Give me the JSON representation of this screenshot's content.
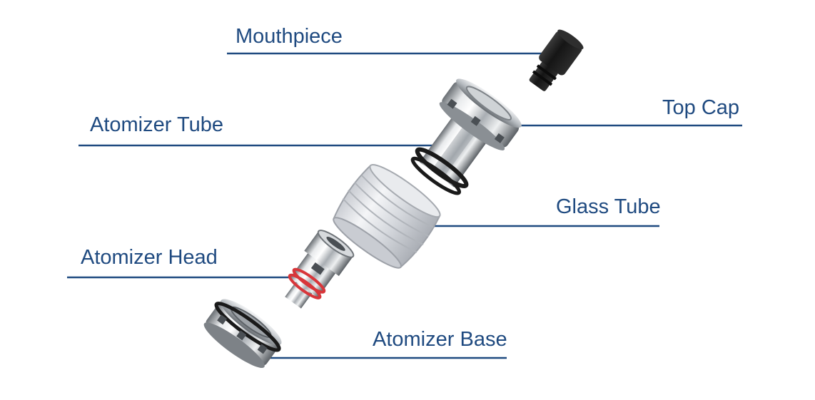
{
  "diagram": {
    "colors": {
      "label": "#1f4a80",
      "leader": "#1f4a80",
      "metal_light": "#f2f2f2",
      "metal_mid": "#b8bcc0",
      "metal_dark": "#5e6368",
      "mouthpiece": "#1b1b1b",
      "oring_black": "#1a1a1a",
      "oring_red": "#d8363a",
      "glass": "#d9dbe0"
    },
    "labels": {
      "mouthpiece": "Mouthpiece",
      "atomizer_tube": "Atomizer Tube",
      "top_cap": "Top Cap",
      "glass_tube": "Glass Tube",
      "atomizer_head": "Atomizer Head",
      "atomizer_base": "Atomizer Base"
    }
  }
}
